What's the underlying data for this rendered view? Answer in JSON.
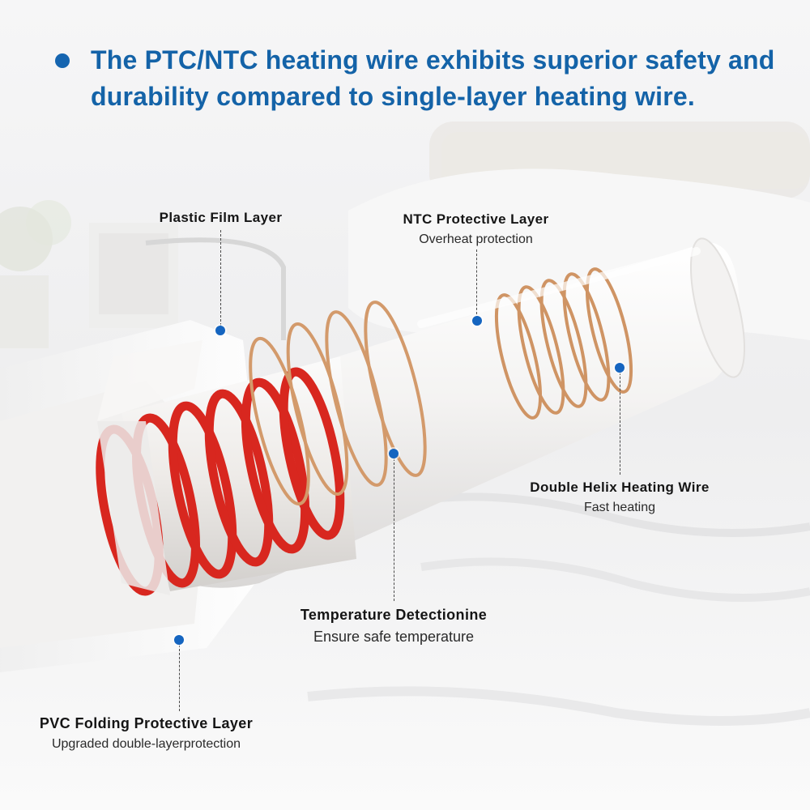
{
  "headline": {
    "text": "The PTC/NTC heating wire exhibits superior safety and durability compared to single-layer heating wire."
  },
  "callouts": [
    {
      "id": "plastic-film",
      "title": "Plastic Film Layer",
      "subtitle": ""
    },
    {
      "id": "ntc",
      "title": "NTC Protective Layer",
      "subtitle": "Overheat protection"
    },
    {
      "id": "double-helix",
      "title": "Double Helix Heating Wire",
      "subtitle": "Fast heating"
    },
    {
      "id": "temperature",
      "title": "Temperature Detectionine",
      "subtitle": "Ensure safe temperature"
    },
    {
      "id": "pvc",
      "title": "PVC Folding Protective Layer",
      "subtitle": "Upgraded double-layerprotection"
    }
  ],
  "colors": {
    "accent": "#1565b0",
    "heading": "#1463a8",
    "red_wire": "#d8271f",
    "copper_wire": "#d39a6b",
    "leader": "#4a4a4a",
    "dot": "#1565c0"
  },
  "icons": {
    "bullet": "circle-bullet-icon",
    "marker": "callout-dot-icon"
  }
}
